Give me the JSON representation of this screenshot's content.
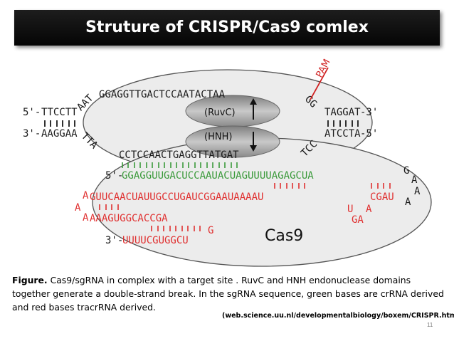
{
  "title": "Struture of  CRISPR/Cas9 comlex",
  "diagram": {
    "target_top_5": "5'-",
    "target_top_left": "TTCCTT",
    "target_top_arc": "AAT",
    "target_top_mid": "GGAGGTTGACTCCAATACTAA",
    "target_top_arc2": "GG",
    "target_top_right": "TAGGAT",
    "target_top_3": "-3'",
    "target_bottom_3": "3'-",
    "target_bottom_left": "AAGGAA",
    "target_bottom_arc": "TTA",
    "target_bottom_mid": "CCTCCAACTGAGGTTATGAT",
    "target_bottom_arc2": "TCC",
    "target_bottom_right": "ATCCTA",
    "target_bottom_5": "-5'",
    "pam": "PAM",
    "ruvc": "(RuvC)",
    "hnh": "(HNH)",
    "sg_5": "5'-",
    "sg_green": "GGAGGUUGACUCCAAUACUAGUUUUAGAGCUA",
    "loop1": [
      "G",
      "A",
      "A",
      "A"
    ],
    "row_a_left": "A",
    "row_a": "GUUCAACUAUUGCCUGAUCGGAAUAAAAU",
    "row_a_right": "CGAU",
    "row_b_left": "A",
    "row_b_mid": [
      "U",
      "A"
    ],
    "row_c": "AAAGUGGCACCGA",
    "row_c_right": "GA",
    "row_c_left2": "A",
    "row_d_g": "G",
    "sg_3": "3'-",
    "row_e": "UUUUCGUGGCU",
    "cas9": "Cas9"
  },
  "caption": {
    "figure_label": "Figure.",
    "text": " Cas9/sgRNA in complex with a target site . RuvC and HNH endonuclease domains together generate a double-strand break. In the sgRNA sequence, green bases are crRNA derived and red bases tracrRNA derived."
  },
  "source": "(web.science.uu.nl/developmentalbiology/boxem/CRISPR.html)",
  "page_number": "11",
  "colors": {
    "green": "#3a9a3a",
    "red": "#e03030",
    "dna": "#1a1a1a",
    "protein_fill": "#ebebeb",
    "domain_fill": "#9e9e9e"
  }
}
